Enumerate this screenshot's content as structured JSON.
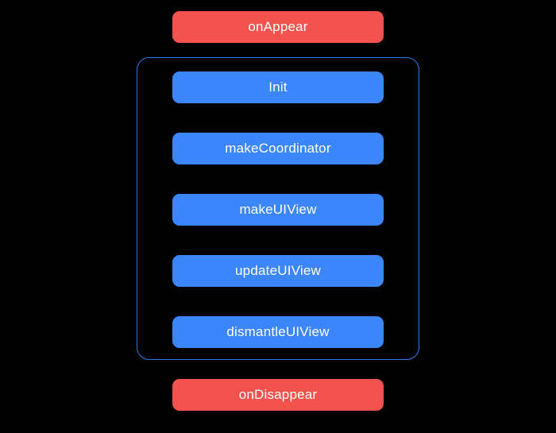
{
  "diagram": {
    "background_color": "#000000",
    "node_text_color": "#FFFFFF",
    "appearance_node_color": "#F4534D",
    "lifecycle_node_color": "#3B86FA",
    "lifecycle_box_border_color": "#2E78F2",
    "top_button": {
      "label": "onAppear"
    },
    "lifecycle_container": {
      "buttons": [
        {
          "label": "Init"
        },
        {
          "label": "makeCoordinator"
        },
        {
          "label": "makeUIView"
        },
        {
          "label": "updateUIView"
        },
        {
          "label": "dismantleUIView"
        }
      ]
    },
    "bottom_button": {
      "label": "onDisappear"
    }
  }
}
